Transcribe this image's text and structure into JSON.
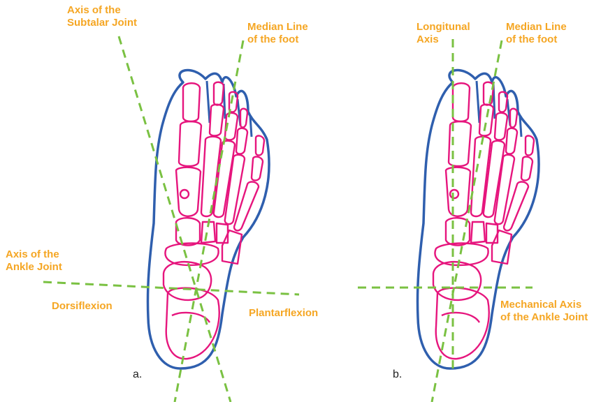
{
  "colors": {
    "label": "#f5a623",
    "axis_line": "#7ac142",
    "skin_outline": "#2f5fae",
    "bone_outline": "#e6157d",
    "panel_letter": "#222222"
  },
  "panel_a": {
    "letter": "a.",
    "labels": {
      "subtalar_axis_1": "Axis of the",
      "subtalar_axis_2": "Subtalar Joint",
      "median_line_1": "Median Line",
      "median_line_2": "of the foot",
      "ankle_axis_1": "Axis of the",
      "ankle_axis_2": "Ankle Joint",
      "dorsiflexion": "Dorsiflexion",
      "plantarflexion": "Plantarflexion"
    }
  },
  "panel_b": {
    "letter": "b.",
    "labels": {
      "longitudinal_1": "Longitunal",
      "longitudinal_2": "Axis",
      "median_line_1": "Median Line",
      "median_line_2": "of the foot",
      "mechanical_axis_1": "Mechanical Axis",
      "mechanical_axis_2": "of the Ankle Joint"
    }
  }
}
